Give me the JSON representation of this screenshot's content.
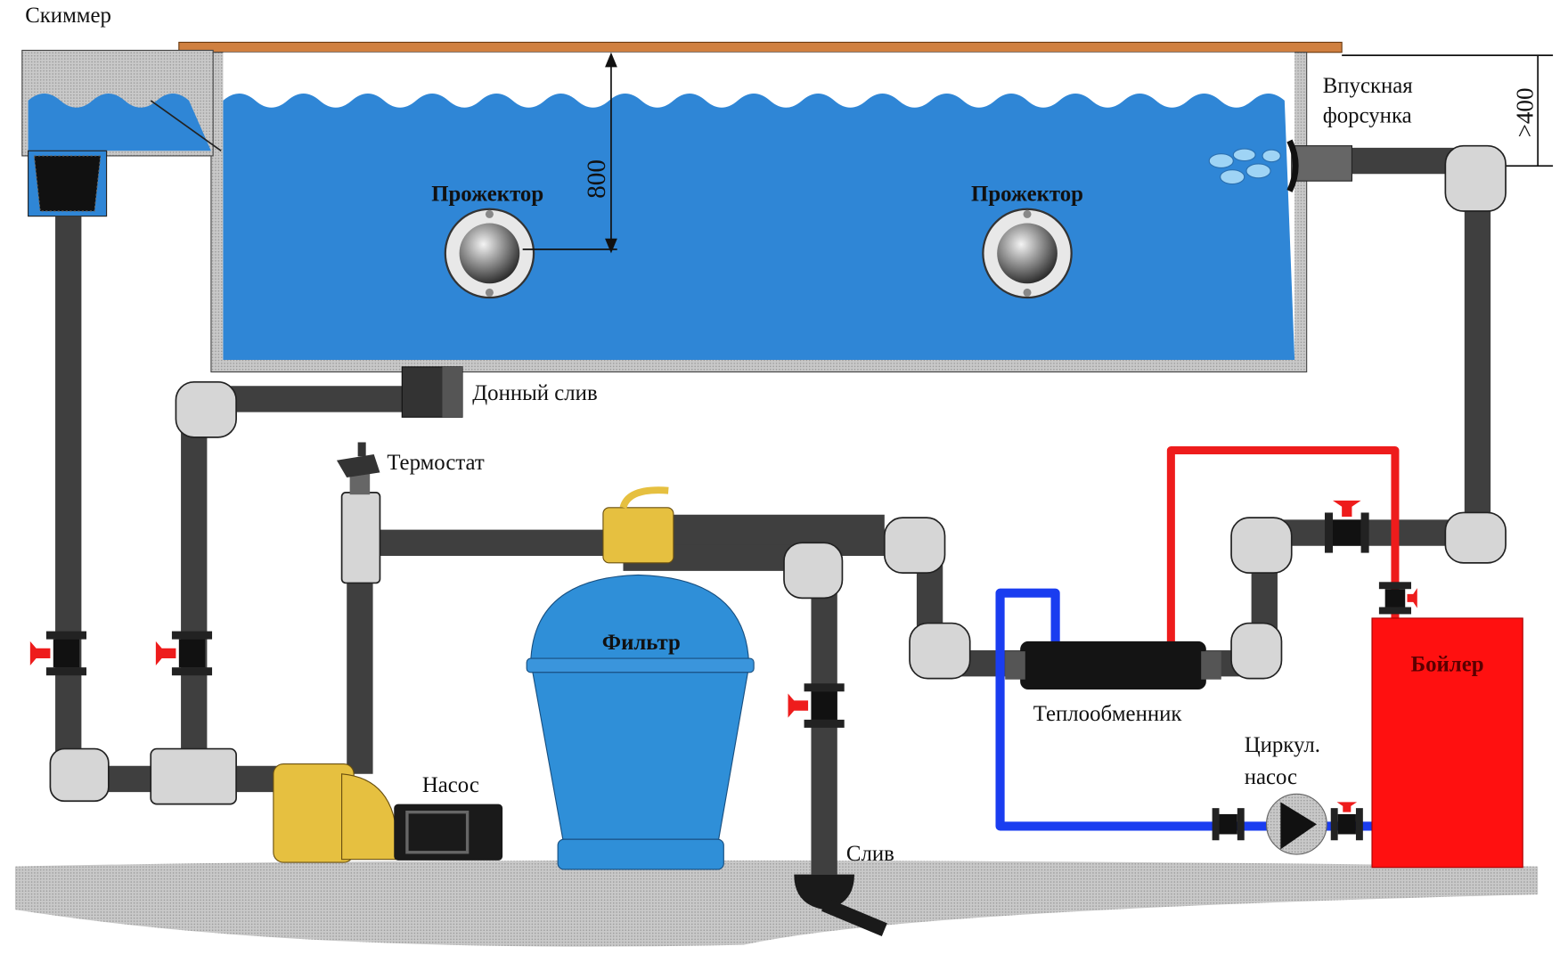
{
  "labels": {
    "skimmer": "Скиммер",
    "inlet_nozzle_line1": "Впускная",
    "inlet_nozzle_line2": "форсунка",
    "projector_left": "Прожектор",
    "projector_right": "Прожектор",
    "bottom_drain": "Донный слив",
    "thermostat": "Термостат",
    "filter": "Фильтр",
    "pump": "Насос",
    "drain": "Слив",
    "heat_exchanger": "Теплообменник",
    "circ_pump_line1": "Циркул.",
    "circ_pump_line2": "насос",
    "boiler": "Бойлер",
    "depth_dimension": "800",
    "water_level_dimension": ">400"
  },
  "colors": {
    "water": "#2f86d6",
    "hot_pipe": "#ee1c1c",
    "cold_pipe": "#1a3df0",
    "boiler": "#ff1010",
    "filter": "#2f8fd8",
    "pump": "#e6c040",
    "deck": "#d08040"
  }
}
